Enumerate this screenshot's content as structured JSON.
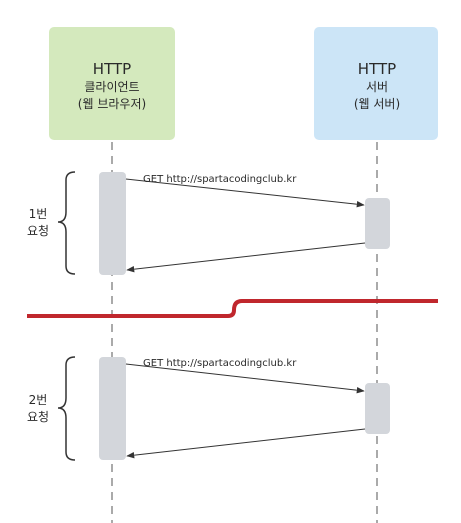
{
  "client": {
    "title": "HTTP",
    "subtitle": "클라이언트",
    "note": "(웹 브라우저)",
    "color": "#d4e9bd"
  },
  "server": {
    "title": "HTTP",
    "subtitle": "서버",
    "note": "(웹 서버)",
    "color": "#cce5f7"
  },
  "activation_color": "#d3d6db",
  "divider_color": "#c0272d",
  "request1": {
    "label_line1": "1번",
    "label_line2": "요청",
    "message": "GET http://spartacodingclub.kr"
  },
  "request2": {
    "label_line1": "2번",
    "label_line2": "요청",
    "message": "GET http://spartacodingclub.kr"
  }
}
